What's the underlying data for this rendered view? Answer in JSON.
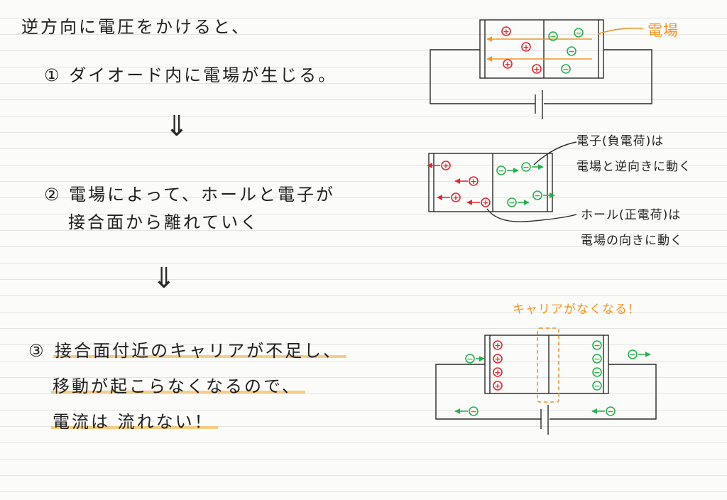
{
  "intro": "逆方向に電圧をかけると、",
  "steps": [
    {
      "num": "①",
      "line1": "ダイオード内に電場が生じる。",
      "line2": ""
    },
    {
      "num": "②",
      "line1": "電場によって、ホールと電子が",
      "line2": "接合面から離れていく"
    },
    {
      "num": "③",
      "line1": "接合面付近のキャリアが不足し、",
      "line2": "移動が起こらなくなるので、",
      "line3": "電流は 流れない！"
    }
  ],
  "down_arrow": "⇓",
  "labels": {
    "field": "電場",
    "electron_line1": "電子(負電荷)は",
    "electron_line2": "電場と逆向きに動く",
    "hole_line1": "ホール(正電荷)は",
    "hole_line2": "電場の向きに動く",
    "carrier_gone": "キャリアがなくなる！"
  },
  "symbols": {
    "hole": "+",
    "electron": "−"
  },
  "colors": {
    "hole": "#e0282e",
    "electron": "#27b04a",
    "field": "#f0962a",
    "ink": "#2a2a2a",
    "highlight": "#f5be5f"
  }
}
